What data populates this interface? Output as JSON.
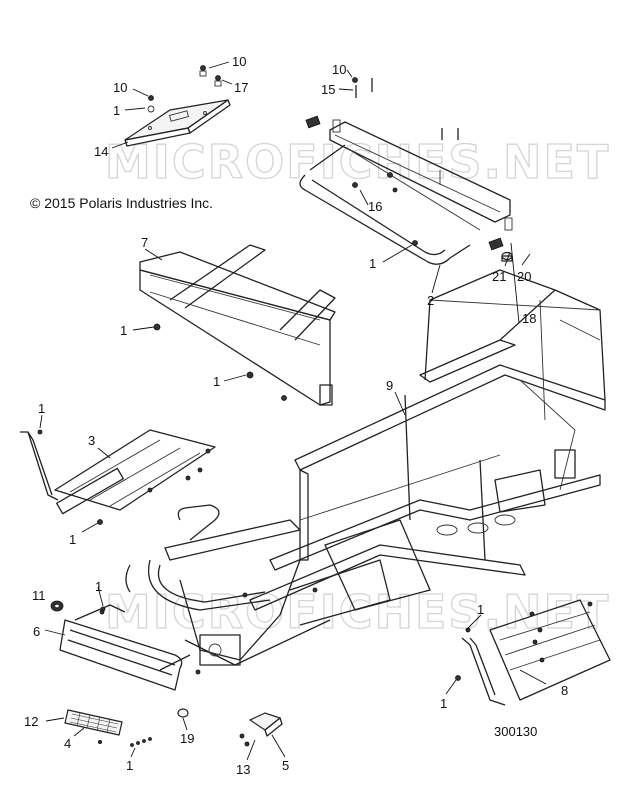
{
  "copyright": "© 2015 Polaris Industries Inc.",
  "watermark": "MICROFICHES.NET",
  "drawing_number": "300130",
  "callouts": {
    "c10a": "10",
    "c17": "17",
    "c10b": "10",
    "c1a": "1",
    "c14": "14",
    "c10c": "10",
    "c15": "15",
    "c16": "16",
    "c1b": "1",
    "c2": "2",
    "c21": "21",
    "c20": "20",
    "c7": "7",
    "c1c": "1",
    "c18": "18",
    "c1d": "1",
    "c9": "9",
    "c1e": "1",
    "c3": "3",
    "c1f": "1",
    "c11": "11",
    "c1g": "1",
    "c6": "6",
    "c1h": "1",
    "c8": "8",
    "c1i": "1",
    "c12": "12",
    "c4": "4",
    "c19": "19",
    "c1j": "1",
    "c13": "13",
    "c5": "5"
  }
}
